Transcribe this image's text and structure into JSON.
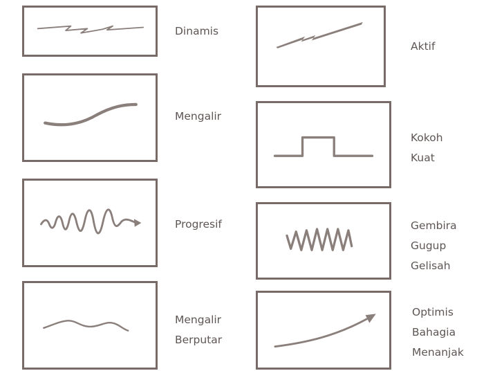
{
  "line_types": [
    {
      "id": "dinamis",
      "lines": [
        "Dinamis"
      ],
      "icon": "zigzag-line-icon"
    },
    {
      "id": "mengalir",
      "lines": [
        "Mengalir"
      ],
      "icon": "gentle-curve-icon"
    },
    {
      "id": "progresif",
      "lines": [
        "Progresif"
      ],
      "icon": "growing-wave-arrow-icon"
    },
    {
      "id": "mengalir-berputar",
      "lines": [
        "Mengalir",
        "Berputar"
      ],
      "icon": "wavy-line-icon"
    },
    {
      "id": "aktif",
      "lines": [
        "Aktif"
      ],
      "icon": "lightning-line-icon"
    },
    {
      "id": "kokoh-kuat",
      "lines": [
        "Kokoh",
        "Kuat"
      ],
      "icon": "step-block-line-icon"
    },
    {
      "id": "gembira-gugup-gelisah",
      "lines": [
        "Gembira",
        "Gugup",
        "Gelisah"
      ],
      "icon": "sharp-zigzag-icon"
    },
    {
      "id": "optimis-bahagia-menanjak",
      "lines": [
        "Optimis",
        "Bahagia",
        "Menanjak"
      ],
      "icon": "rising-arrow-icon"
    }
  ]
}
